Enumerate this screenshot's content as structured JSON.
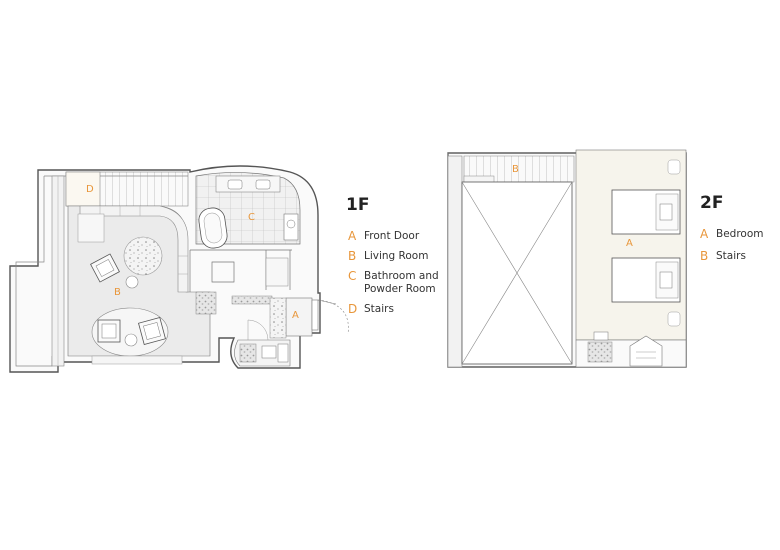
{
  "floor_1": {
    "title": "1F",
    "legend": [
      {
        "letter": "A",
        "label": "Front Door"
      },
      {
        "letter": "B",
        "label": "Living Room"
      },
      {
        "letter": "C",
        "label": "Bathroom and\nPowder Room"
      },
      {
        "letter": "D",
        "label": "Stairs"
      }
    ],
    "map_labels": {
      "a": "A",
      "b": "B",
      "c": "C",
      "d": "D"
    }
  },
  "floor_2": {
    "title": "2F",
    "legend": [
      {
        "letter": "A",
        "label": "Bedroom"
      },
      {
        "letter": "B",
        "label": "Stairs"
      }
    ],
    "map_labels": {
      "a": "A",
      "b": "B"
    }
  },
  "colors": {
    "accent": "#e8963a",
    "wall": "#555555",
    "floor_fill": "#ececec",
    "line": "#8a8a8a"
  }
}
